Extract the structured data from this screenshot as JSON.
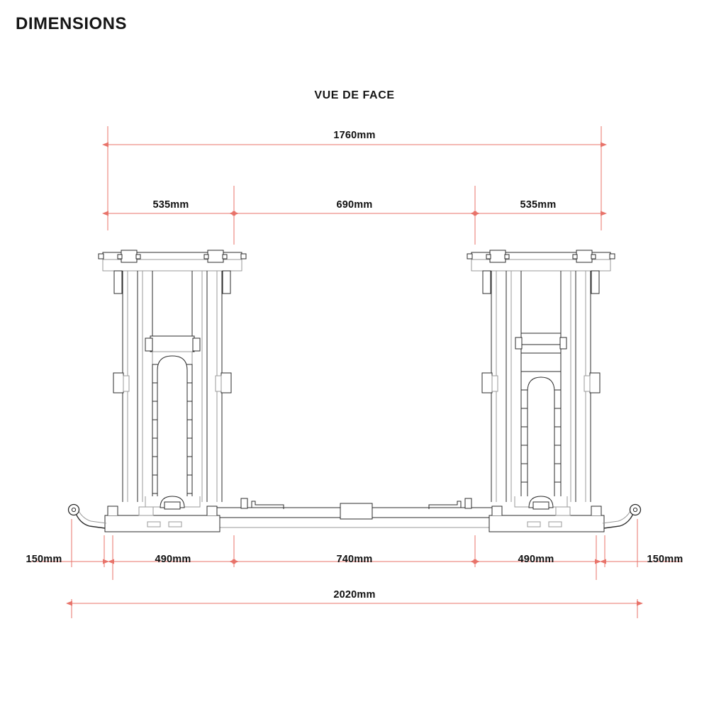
{
  "header": {
    "title": "DIMENSIONS"
  },
  "view": {
    "title": "VUE DE FACE"
  },
  "colors": {
    "dimension_line": "#e8736a",
    "drawing_line": "#2b2b2b",
    "drawing_line_light": "#9a9a9a",
    "text": "#111111",
    "background": "#ffffff"
  },
  "chart_data": {
    "type": "table",
    "title": "DIMENSIONS",
    "subtitle": "VUE DE FACE",
    "units": "mm",
    "xlabel": "",
    "ylabel": "",
    "grid": false,
    "legend": "none",
    "dimension_rows": [
      {
        "row": "top-overall",
        "position": "above-drawing",
        "segments": [
          {
            "label": "1760mm",
            "value": 1760,
            "unit": "mm"
          }
        ]
      },
      {
        "row": "top-breakdown",
        "position": "above-drawing",
        "segments": [
          {
            "label": "535mm",
            "value": 535,
            "unit": "mm"
          },
          {
            "label": "690mm",
            "value": 690,
            "unit": "mm"
          },
          {
            "label": "535mm",
            "value": 535,
            "unit": "mm"
          }
        ]
      },
      {
        "row": "bottom-breakdown",
        "position": "below-drawing",
        "segments": [
          {
            "label": "150mm",
            "value": 150,
            "unit": "mm"
          },
          {
            "label": "490mm",
            "value": 490,
            "unit": "mm"
          },
          {
            "label": "740mm",
            "value": 740,
            "unit": "mm"
          },
          {
            "label": "490mm",
            "value": 490,
            "unit": "mm"
          },
          {
            "label": "150mm",
            "value": 150,
            "unit": "mm"
          }
        ]
      },
      {
        "row": "bottom-overall",
        "position": "below-drawing",
        "segments": [
          {
            "label": "2020mm",
            "value": 2020,
            "unit": "mm"
          }
        ]
      }
    ]
  },
  "dimensions": {
    "total_top": "1760mm",
    "top_left_tower": "535mm",
    "top_center_gap": "690mm",
    "top_right_tower": "535mm",
    "bottom_left_foot": "150mm",
    "bottom_left_base": "490mm",
    "bottom_center_bar": "740mm",
    "bottom_right_base": "490mm",
    "bottom_right_foot": "150mm",
    "total_bottom": "2020mm"
  }
}
